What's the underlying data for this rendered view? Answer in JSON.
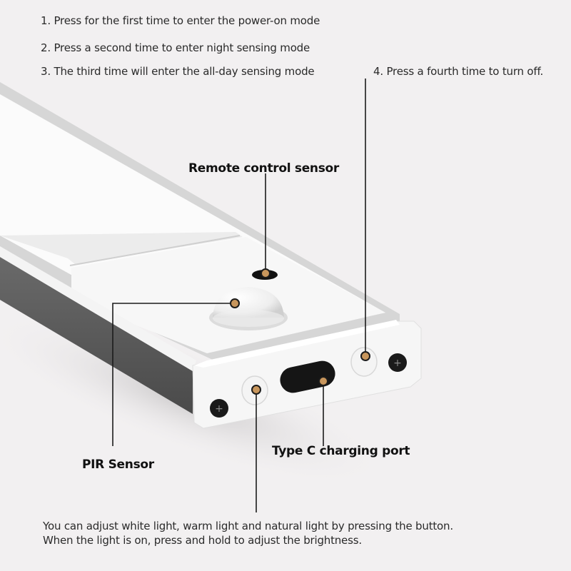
{
  "instructions": {
    "steps": [
      "1. Press for the first time to enter the power-on mode",
      "2. Press a second time to enter night sensing mode",
      "3. The third time will enter the all-day sensing mode",
      "4. Press a fourth time to turn off."
    ]
  },
  "callouts": {
    "remote_control_sensor": "Remote control sensor",
    "pir_sensor": "PIR Sensor",
    "type_c_port": "Type C charging port"
  },
  "footer": {
    "line1": "You can adjust white light, warm light and natural light by pressing the button.",
    "line2": "When the light is on, press and hold to adjust the brightness."
  },
  "colors": {
    "background": "#f2f0f1",
    "callout_dot": "#c8965c",
    "leader_line": "#1b1b1b"
  }
}
